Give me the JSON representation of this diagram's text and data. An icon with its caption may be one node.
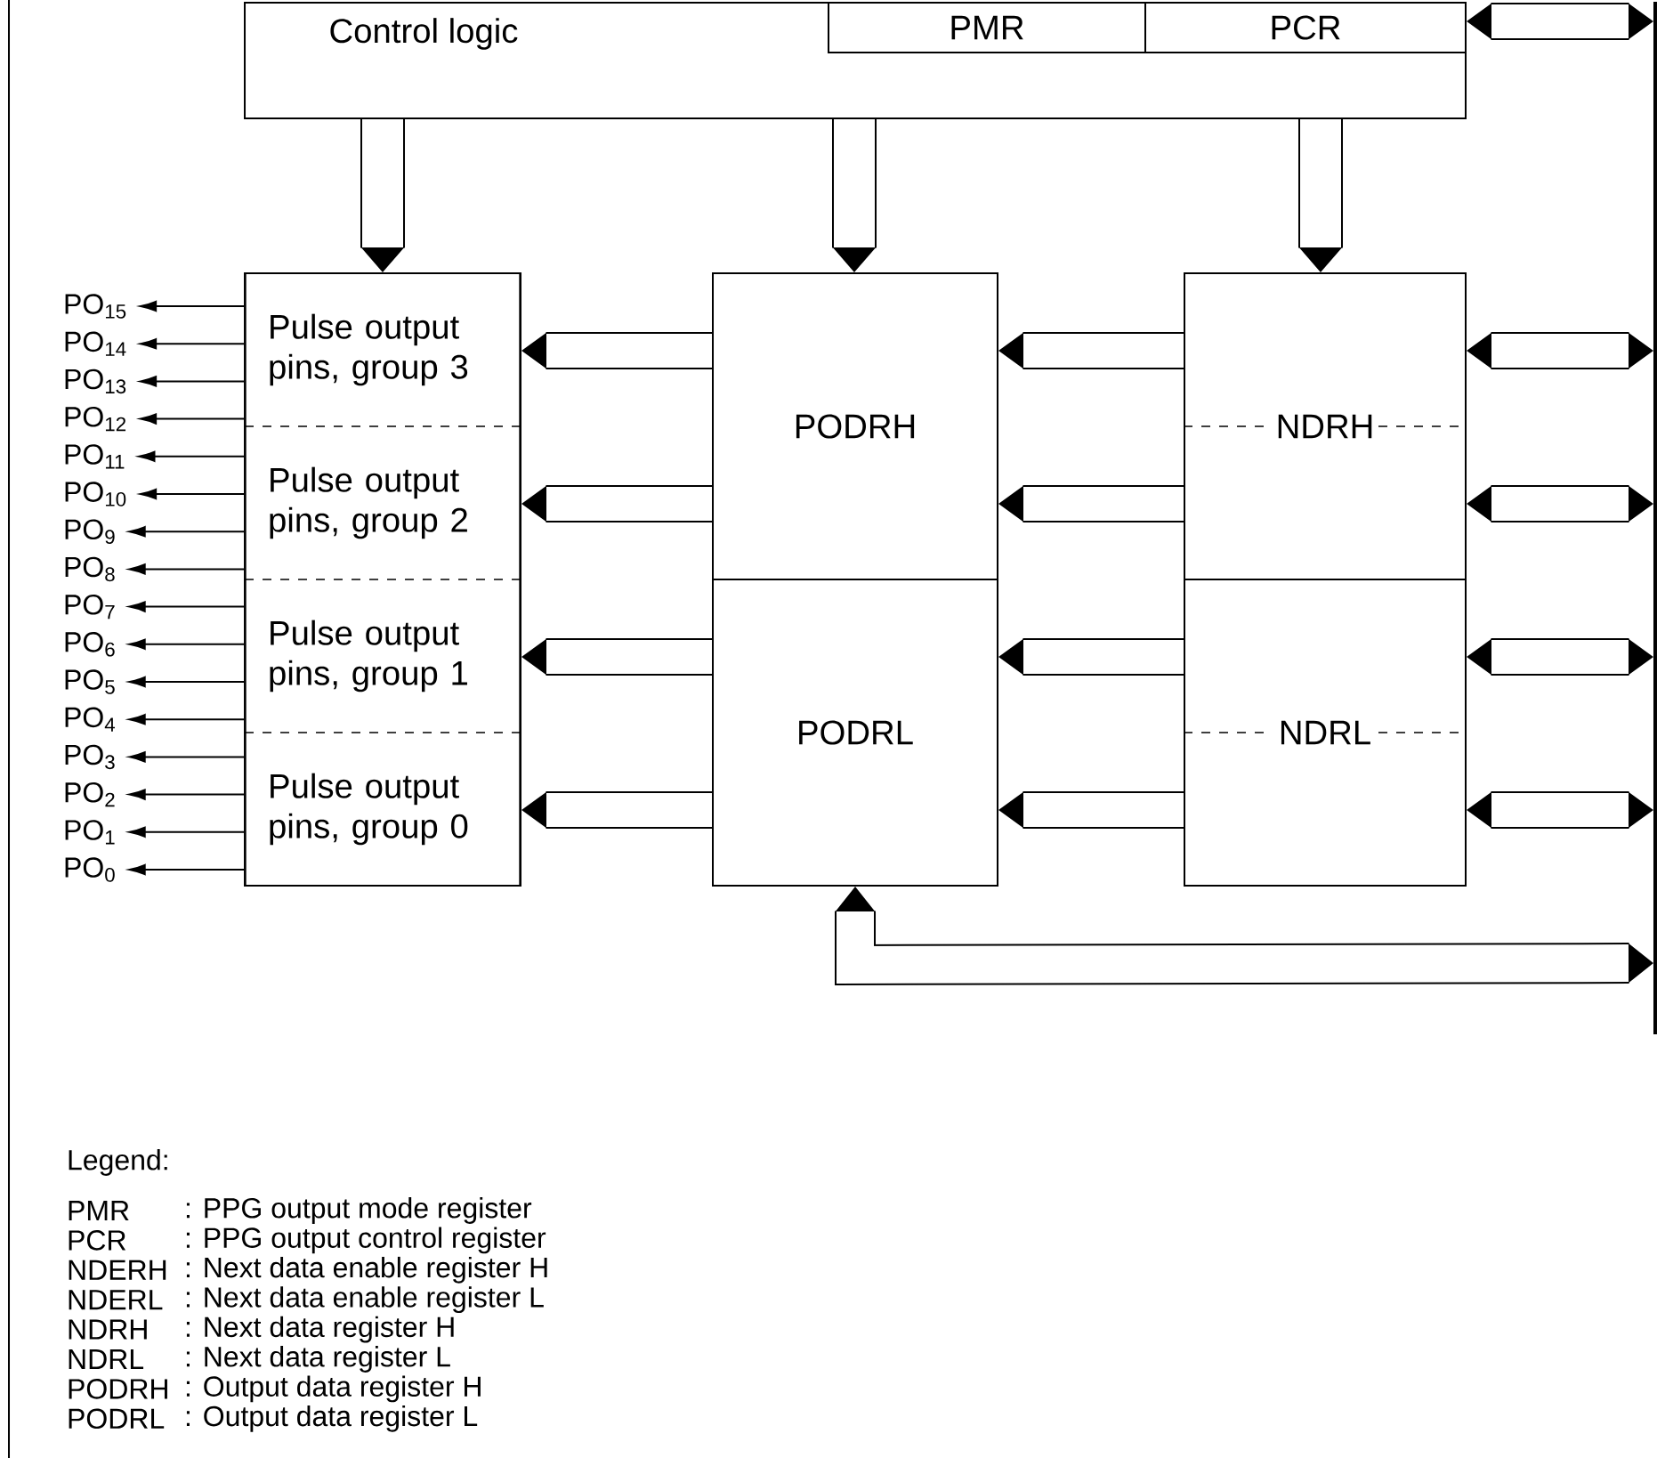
{
  "diagram": {
    "nodes": [
      {
        "text": [
          "Control logic"
        ]
      },
      {
        "text": [
          "PMR"
        ],
        "in": 0
      },
      {
        "text": [
          "PCR"
        ],
        "in": 0
      },
      {
        "text": [],
        "shape": "box"
      },
      {
        "text": [
          "Pulse output pins, group 3"
        ],
        "in": 3
      },
      {
        "text": [
          "Pulse output pins, group 2"
        ],
        "in": 3
      },
      {
        "text": [
          "Pulse output pins, group 1"
        ],
        "in": 3
      },
      {
        "text": [
          "Pulse output pins, group 0"
        ],
        "in": 3
      },
      {
        "text": [
          "PODRH"
        ]
      },
      {
        "text": [
          "PODRL"
        ]
      },
      {
        "text": [
          "NDRH"
        ]
      },
      {
        "text": [
          "NDRL"
        ]
      },
      {
        "text": [],
        "shape": "bar"
      },
      {
        "text": [
          "PO$_{15}$"
        ]
      },
      {
        "text": [
          "PO$_{14}$"
        ]
      },
      {
        "text": [
          "PO$_{13}$"
        ]
      },
      {
        "text": [
          "PO$_{12}$"
        ]
      },
      {
        "text": [
          "PO$_{11}$"
        ]
      },
      {
        "text": [
          "PO$_{10}$"
        ]
      },
      {
        "text": [
          "PO$_{9}$"
        ]
      },
      {
        "text": [
          "PO$_{8}$"
        ]
      },
      {
        "text": [
          "PO$_{7}$"
        ]
      },
      {
        "text": [
          "PO$_{6}$"
        ]
      },
      {
        "text": [
          "PO$_{5}$"
        ]
      },
      {
        "text": [
          "PO$_{4}$"
        ]
      },
      {
        "text": [
          "PO$_{3}$"
        ]
      },
      {
        "text": [
          "PO$_{2}$"
        ]
      },
      {
        "text": [
          "PO$_{1}$"
        ]
      },
      {
        "text": [
          "PO$_{0}$"
        ]
      }
    ],
    "edges": [
      {
        "from": 0,
        "to": 3,
        "arrow": "to"
      },
      {
        "from": 0,
        "to": 8,
        "arrow": "to"
      },
      {
        "from": 0,
        "to": 10,
        "arrow": "to"
      },
      {
        "from": 2,
        "to": 12,
        "arrow": "both"
      },
      {
        "from": 8,
        "to": 4,
        "arrow": "to"
      },
      {
        "from": 8,
        "to": 5,
        "arrow": "to"
      },
      {
        "from": 9,
        "to": 6,
        "arrow": "to"
      },
      {
        "from": 9,
        "to": 7,
        "arrow": "to"
      },
      {
        "from": 10,
        "to": 8,
        "arrow": "to"
      },
      {
        "from": 10,
        "to": 8,
        "arrow": "to"
      },
      {
        "from": 11,
        "to": 9,
        "arrow": "to"
      },
      {
        "from": 11,
        "to": 9,
        "arrow": "to"
      },
      {
        "from": 10,
        "to": 12,
        "arrow": "both"
      },
      {
        "from": 10,
        "to": 12,
        "arrow": "both"
      },
      {
        "from": 11,
        "to": 12,
        "arrow": "both"
      },
      {
        "from": 11,
        "to": 12,
        "arrow": "both"
      },
      {
        "from": 9,
        "to": 12,
        "arrow": "both"
      },
      {
        "from": 4,
        "to": 13,
        "arrow": "to"
      },
      {
        "from": 4,
        "to": 14,
        "arrow": "to"
      },
      {
        "from": 4,
        "to": 15,
        "arrow": "to"
      },
      {
        "from": 4,
        "to": 16,
        "arrow": "to"
      },
      {
        "from": 5,
        "to": 17,
        "arrow": "to"
      },
      {
        "from": 5,
        "to": 18,
        "arrow": "to"
      },
      {
        "from": 5,
        "to": 19,
        "arrow": "to"
      },
      {
        "from": 5,
        "to": 20,
        "arrow": "to"
      },
      {
        "from": 6,
        "to": 21,
        "arrow": "to"
      },
      {
        "from": 6,
        "to": 22,
        "arrow": "to"
      },
      {
        "from": 6,
        "to": 23,
        "arrow": "to"
      },
      {
        "from": 6,
        "to": 24,
        "arrow": "to"
      },
      {
        "from": 7,
        "to": 25,
        "arrow": "to"
      },
      {
        "from": 7,
        "to": 26,
        "arrow": "to"
      },
      {
        "from": 7,
        "to": 27,
        "arrow": "to"
      },
      {
        "from": 7,
        "to": 28,
        "arrow": "to"
      }
    ],
    "labels": [
      "Legend:",
      "PMR",
      ": PPG output mode register",
      "PCR",
      ": PPG output control register",
      "NDERH",
      ": Next data enable register H",
      "NDERL",
      ": Next data enable register L",
      "NDRH",
      ": Next data register H",
      "NDRL",
      ": Next data register L",
      "PODRH",
      ": Output data register H",
      "PODRL",
      ": Output data register L"
    ]
  }
}
